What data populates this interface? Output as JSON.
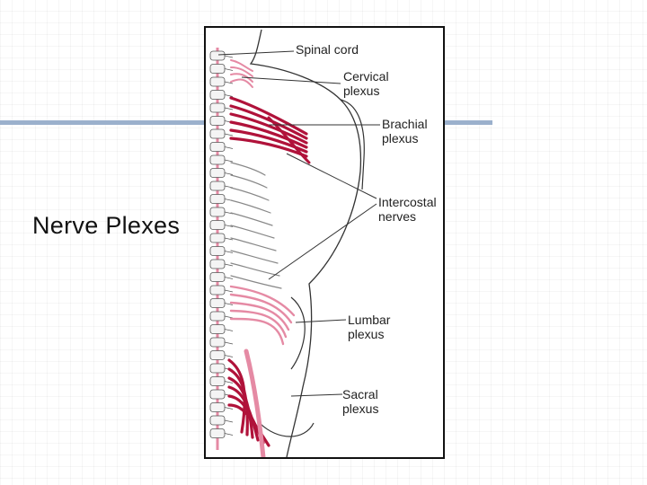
{
  "slide": {
    "title": "Nerve Plexes"
  },
  "colors": {
    "accent_bar": "#9bb0cc",
    "nerve": "#b0123a",
    "nerve_light": "#e58aa4",
    "outline": "#333333"
  },
  "diagram": {
    "labels": {
      "spinal_cord": [
        "Spinal cord"
      ],
      "cervical": [
        "Cervical",
        "plexus"
      ],
      "brachial": [
        "Brachial",
        "plexus"
      ],
      "intercostal": [
        "Intercostal",
        "nerves"
      ],
      "lumbar": [
        "Lumbar",
        "plexus"
      ],
      "sacral": [
        "Sacral",
        "plexus"
      ]
    }
  }
}
